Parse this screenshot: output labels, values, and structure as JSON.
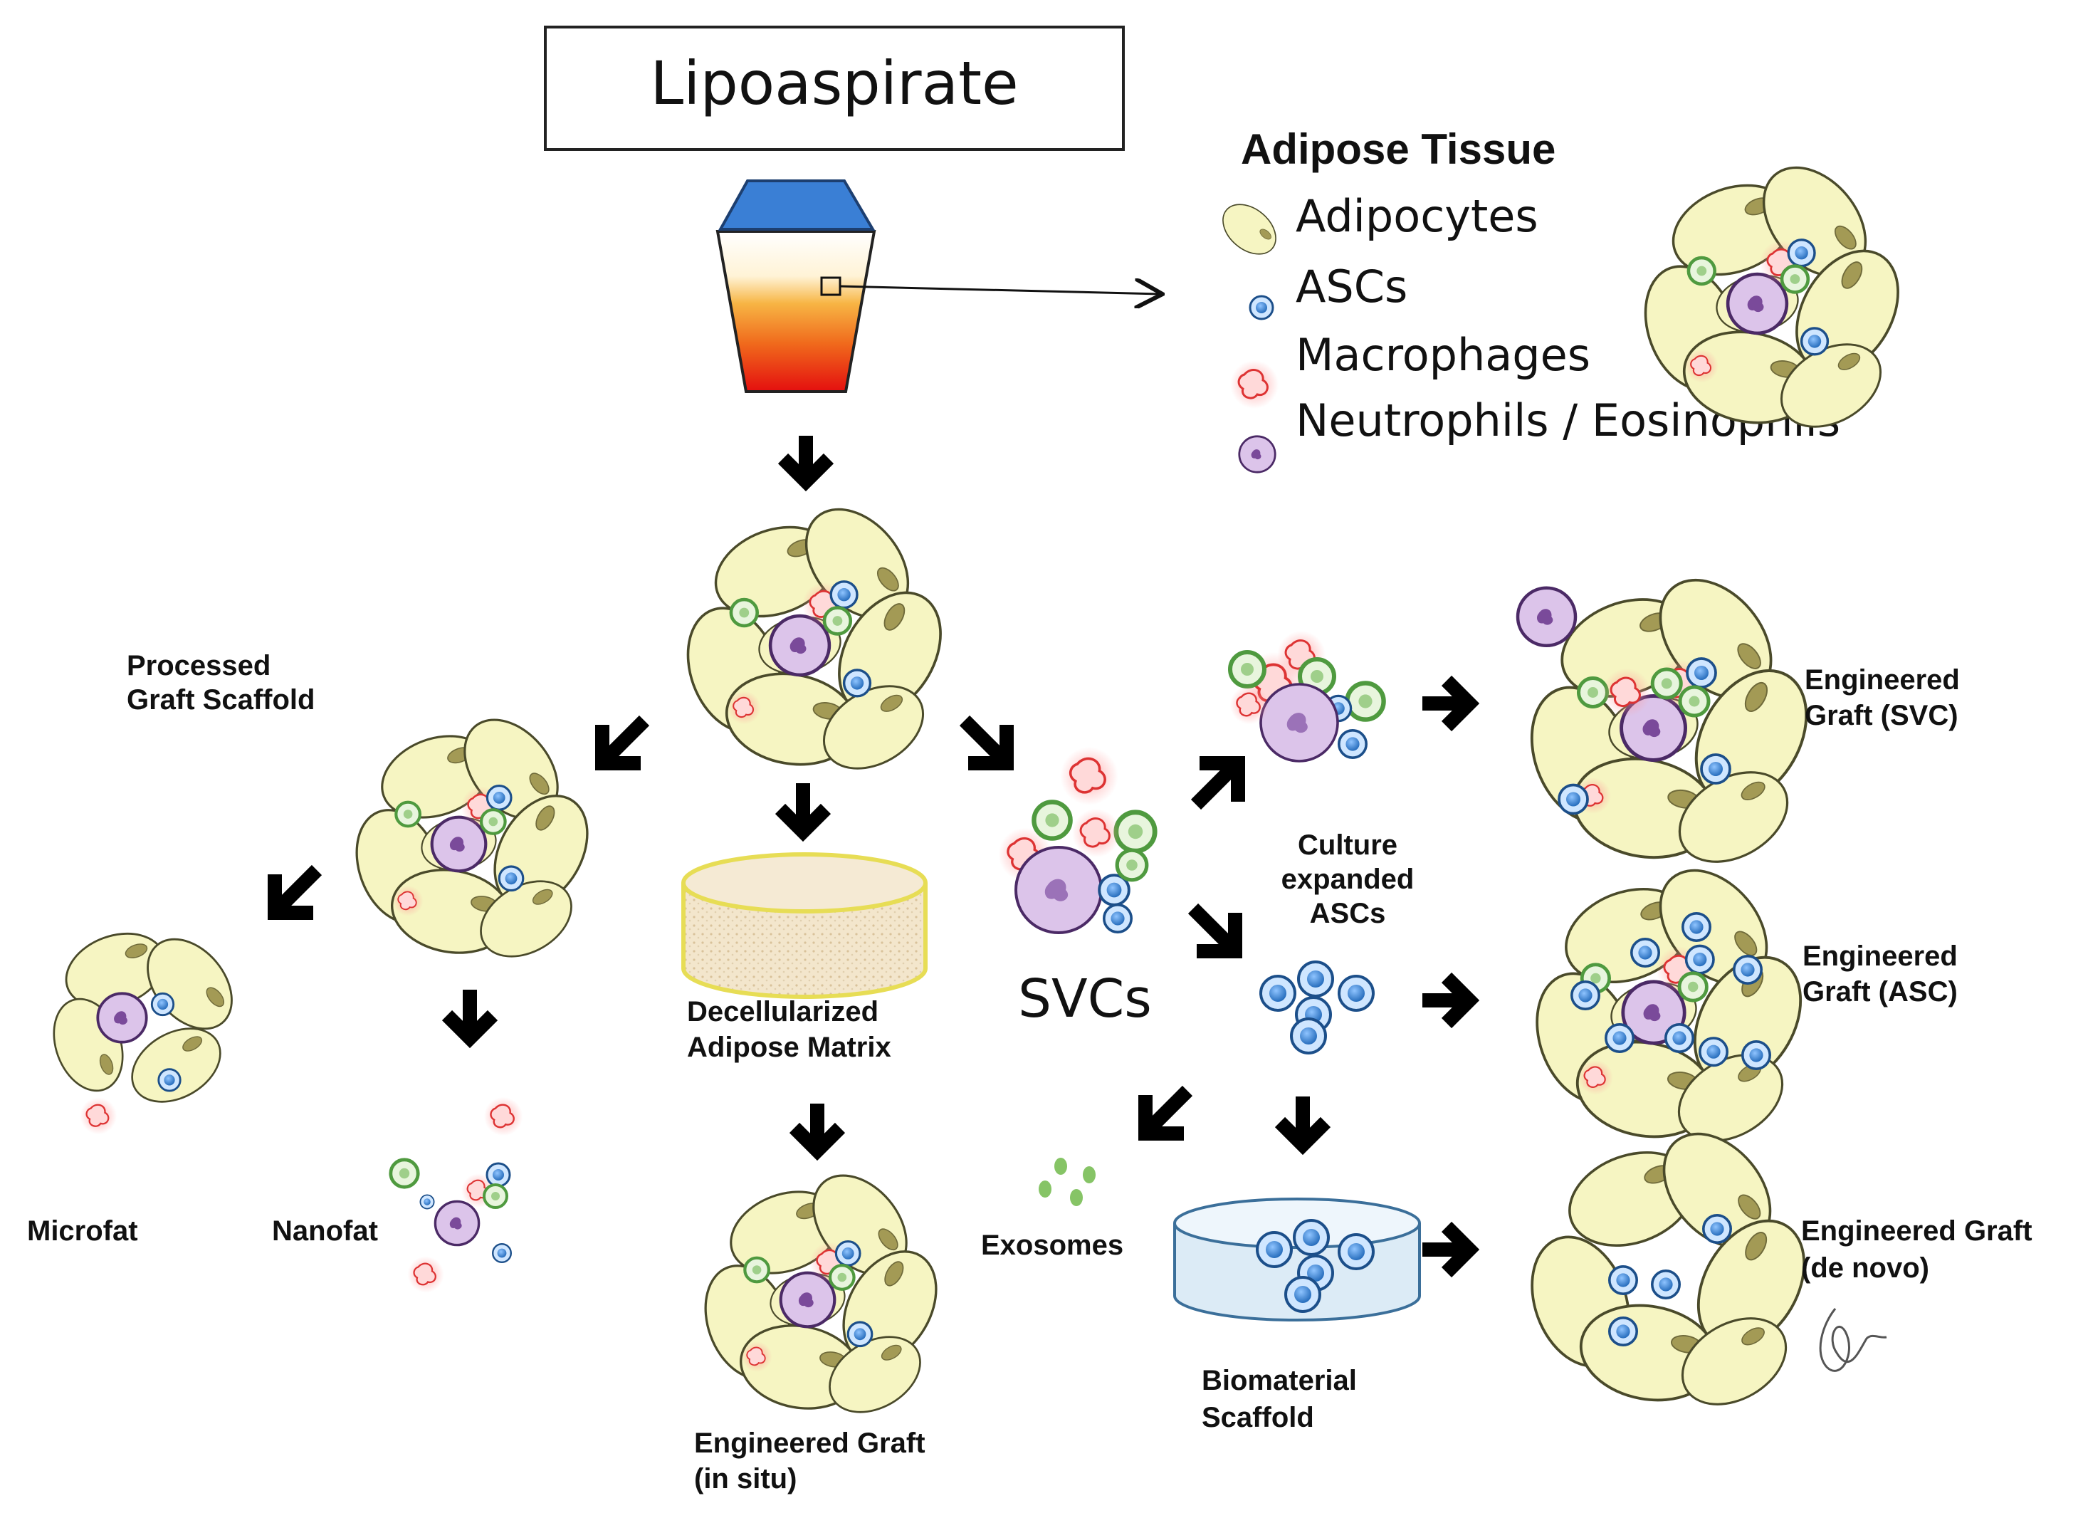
{
  "title": "Lipoaspirate",
  "legend": {
    "heading": "Adipose Tissue",
    "items": [
      {
        "label": "Adipocytes",
        "icon": "adipocyte-icon"
      },
      {
        "label": "ASCs",
        "icon": "asc-cell-icon"
      },
      {
        "label": "Macrophages",
        "icon": "macrophage-icon"
      },
      {
        "label": "Neutrophils  / Eosinophils",
        "icon": "neutrophil-icon"
      }
    ]
  },
  "labels": {
    "processed_scaffold": [
      "Processed",
      "Graft Scaffold"
    ],
    "microfat": "Microfat",
    "nanofat": "Nanofat",
    "decellularized": [
      "Decellularized",
      "Adipose Matrix"
    ],
    "graft_in_situ": [
      "Engineered  Graft",
      "(in situ)"
    ],
    "svcs": "SVCs",
    "culture_expanded": [
      "Culture",
      "expanded",
      "ASCs"
    ],
    "exosomes": "Exosomes",
    "biomaterial": [
      "Biomaterial",
      "Scaffold"
    ],
    "graft_svc": [
      "Engineered",
      "Graft (SVC)"
    ],
    "graft_asc": [
      "Engineered",
      "Graft (ASC)"
    ],
    "graft_de_novo": [
      "Engineered  Graft",
      "(de novo)"
    ]
  },
  "colors": {
    "adipocyte_fill": "#f6f5c2",
    "adipocyte_nucleus": "#a39a55",
    "asc_fill": "#2f7fd0",
    "macrophage": "#e05555",
    "neutrophil_fill": "#c8a5dc",
    "neutrophil_core": "#7a4a9a",
    "green_cell": "#7fba6a",
    "exosome": "#86c466",
    "cup_lid": "#3a7fd5",
    "matrix_fill": "#f2e3c8",
    "matrix_border": "#e7dd55",
    "dish_fill": "#dcebf6",
    "arrow": "#000000"
  }
}
